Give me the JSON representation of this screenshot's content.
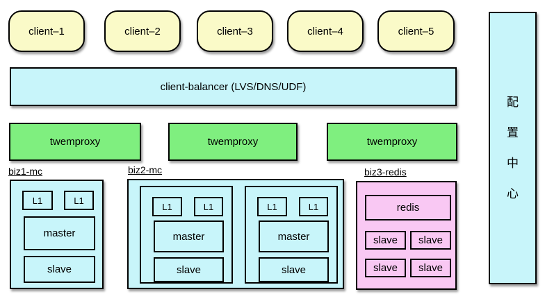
{
  "diagram": {
    "clients": [
      "client–1",
      "client–2",
      "client–3",
      "client–4",
      "client–5"
    ],
    "balancer_label": "client-balancer (LVS/DNS/UDF)",
    "proxy_labels": [
      "twemproxy",
      "twemproxy",
      "twemproxy"
    ],
    "biz1": {
      "title": "biz1-mc",
      "l1_a": "L1",
      "l1_b": "L1",
      "master": "master",
      "slave": "slave"
    },
    "biz2": {
      "title": "biz2-mc",
      "shards": [
        {
          "l1_a": "L1",
          "l1_b": "L1",
          "master": "master",
          "slave": "slave"
        },
        {
          "l1_a": "L1",
          "l1_b": "L1",
          "master": "master",
          "slave": "slave"
        }
      ]
    },
    "biz3": {
      "title": "biz3-redis",
      "master": "redis",
      "slaves": [
        "slave",
        "slave",
        "slave",
        "slave"
      ]
    },
    "config_center": {
      "label": "配置中心",
      "chars": [
        "配",
        "置",
        "中",
        "心"
      ]
    }
  },
  "colors": {
    "client_fill": "#FAFAC8",
    "cyan_fill": "#C8F5FA",
    "proxy_fill": "#7FEF7F",
    "redis_fill": "#F9C8F3",
    "border": "#000000",
    "background": "#FFFFFF"
  }
}
